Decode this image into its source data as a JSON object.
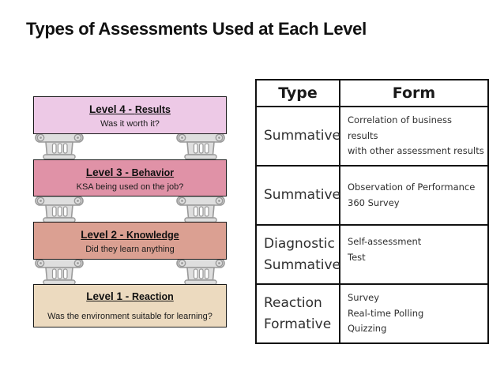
{
  "title": "Types of Assessments Used at Each Level",
  "diagram": {
    "pillar_icon": "greek-column-capital-icon",
    "levels": [
      {
        "label": "Level 4 - ",
        "keyword": "Results",
        "subtitle": "Was it worth it?",
        "bg": "#edc9e6"
      },
      {
        "label": "Level 3 - ",
        "keyword": "Behavior",
        "subtitle": "KSA being used on the job?",
        "bg": "#e092a7"
      },
      {
        "label": "Level 2 - ",
        "keyword": "Knowledge",
        "subtitle": "Did they learn anything",
        "bg": "#dba092"
      },
      {
        "label": "Level 1 - ",
        "keyword": "Reaction",
        "subtitle": "Was the environment suitable for learning?",
        "bg": "#ecdabf"
      }
    ]
  },
  "table": {
    "headers": [
      "Type",
      "Form"
    ],
    "rows": [
      {
        "type": "Summative",
        "form": "Correlation of business results\nwith other assessment results"
      },
      {
        "type": "Summative",
        "form": "Observation of Performance\n360   Survey"
      },
      {
        "type": "Diagnostic\nSummative",
        "form": "Self-assessment\nTest"
      },
      {
        "type": "Reaction\nFormative",
        "form": "Survey\nReal-time Polling\nQuizzing"
      }
    ]
  }
}
